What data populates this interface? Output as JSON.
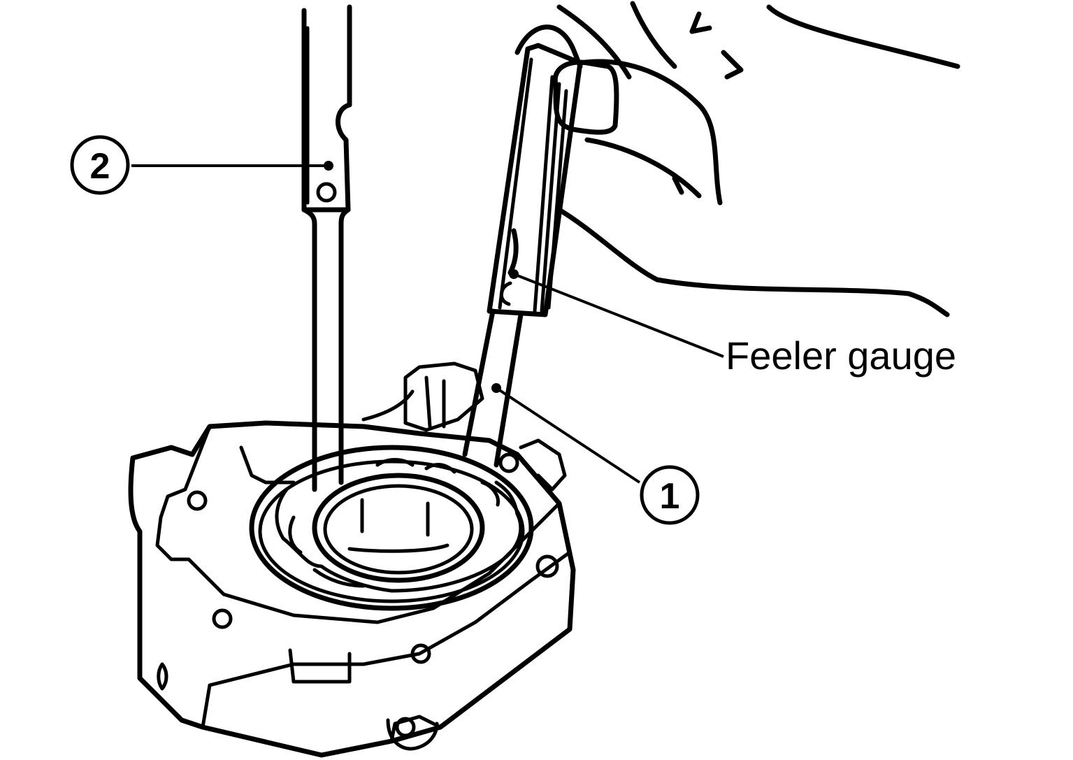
{
  "labels": {
    "feeler_gauge": "Feeler gauge",
    "callout_1": "1",
    "callout_2": "2"
  },
  "colors": {
    "ink": "#000000",
    "background": "#ffffff"
  }
}
